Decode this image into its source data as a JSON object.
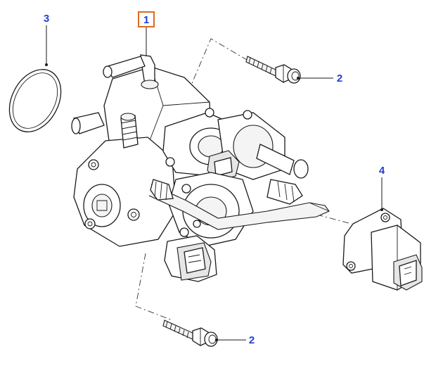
{
  "callouts": [
    {
      "id": "callout-1",
      "label": "1",
      "highlighted": true
    },
    {
      "id": "callout-2-top",
      "label": "2",
      "highlighted": false
    },
    {
      "id": "callout-2-bottom",
      "label": "2",
      "highlighted": false
    },
    {
      "id": "callout-3",
      "label": "3",
      "highlighted": false
    },
    {
      "id": "callout-4",
      "label": "4",
      "highlighted": false
    }
  ],
  "colors": {
    "label_text": "#1f3fd6",
    "highlight_box": "#e06a1c",
    "line_art": "#1a1a1a"
  }
}
